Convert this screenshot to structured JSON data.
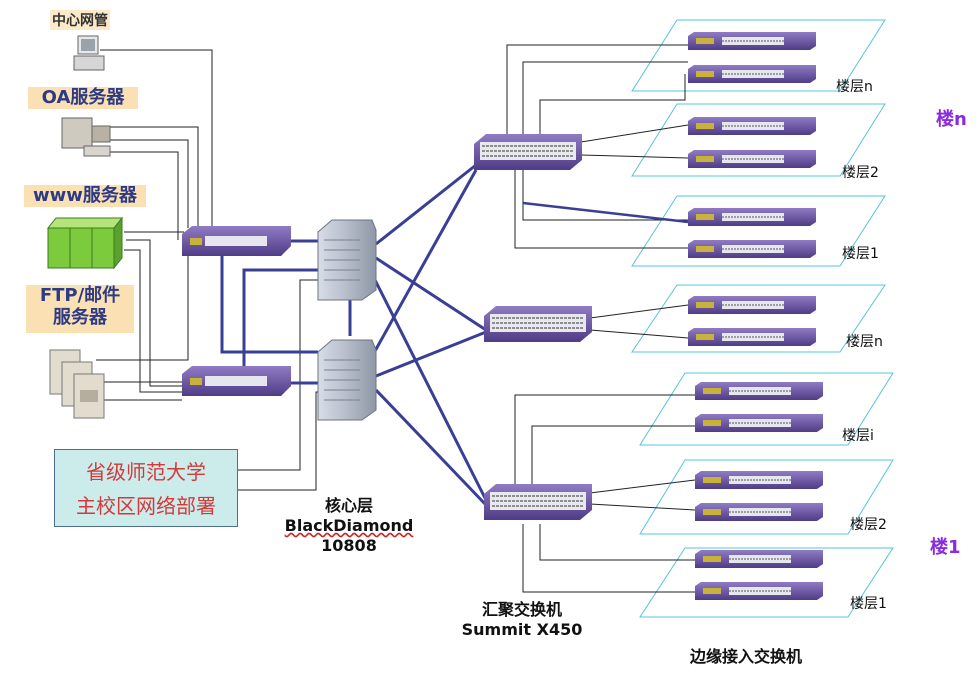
{
  "servers": {
    "nms": "中心网管",
    "oa": "OA服务器",
    "www": "www服务器",
    "ftp_line1": "FTP/邮件",
    "ftp_line2": "服务器"
  },
  "campus": {
    "line1": "省级师范大学",
    "line2": "主校区网络部署"
  },
  "core": {
    "line1": "核心层",
    "line2": "BlackDiamond",
    "line3": "10808"
  },
  "aggregation": {
    "line1": "汇聚交换机",
    "line2": "Summit X450"
  },
  "edge_label": "边缘接入交换机",
  "buildings": {
    "top": "楼n",
    "bottom": "楼1"
  },
  "floors": {
    "g1": [
      "楼层n",
      "楼层2",
      "楼层1"
    ],
    "g2": [
      "楼层n"
    ],
    "g3": [
      "楼层i",
      "楼层2",
      "楼层1"
    ]
  },
  "colors": {
    "link": "#3a3f96",
    "thin": "#222222",
    "switch": "#6b52a0",
    "plane": "#55c4dc",
    "accent": "#8a2be2"
  }
}
